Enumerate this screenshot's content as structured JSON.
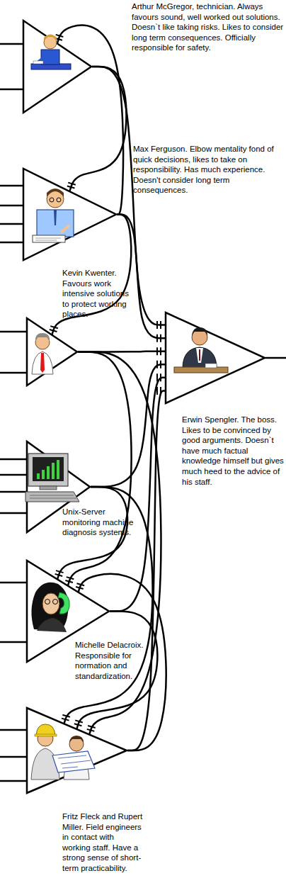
{
  "diagram": {
    "nodes": [
      {
        "text": [
          "Arthur McGregor, technician. Always favours sound, well worked out solutions. Doesn`t like taking risks. Likes to consider long term consequences. Officially responsible for safety."
        ]
      },
      {
        "text": [
          "Max Ferguson. Elbow mentality fond of quick decisions, likes to take on responsibility. Has much experience. Doesn't consider long term consequences."
        ]
      },
      {
        "text": [
          "Kevin Kwenter. Favours work intensive solutions to protect working places."
        ]
      },
      {
        "text": [
          "Erwin Spengler. The boss. Likes to be convinced by good arguments. Doesn`t have much factual knowledge himself but gives much heed to the advice of his staff."
        ]
      },
      {
        "text": [
          "Unix-Server monitoring machine diagnosis systems."
        ]
      },
      {
        "text": [
          "Michelle Delacroix. Responsible for normation and standardization."
        ]
      },
      {
        "text": [
          "Fritz Fleck and Rupert Miller. Field engineers in contact with working staff. Have a strong sense of short-term practicability."
        ]
      }
    ],
    "edges": [
      {
        "from": 0,
        "to": 3,
        "arrow": "none"
      },
      {
        "from": 1,
        "to": 3,
        "arrow": "none"
      },
      {
        "from": 2,
        "to": 3,
        "arrow": "none"
      },
      {
        "from": 4,
        "to": 3,
        "arrow": "none"
      },
      {
        "from": 5,
        "to": 3,
        "arrow": "none"
      },
      {
        "from": 6,
        "to": 3,
        "arrow": "none"
      },
      {
        "from": 1,
        "to": 0,
        "arrow": "none"
      },
      {
        "from": 0,
        "to": 1,
        "arrow": "none"
      },
      {
        "from": 1,
        "to": 2,
        "arrow": "none"
      },
      {
        "from": 4,
        "to": 5,
        "arrow": "none"
      },
      {
        "from": 2,
        "to": 5,
        "arrow": "none"
      },
      {
        "from": 4,
        "to": 6,
        "arrow": "none"
      },
      {
        "from": 5,
        "to": 6,
        "arrow": "none"
      },
      {
        "from": 2,
        "to": 6,
        "arrow": "none"
      },
      {
        "from": 6,
        "to": 5,
        "arrow": "none"
      }
    ]
  }
}
